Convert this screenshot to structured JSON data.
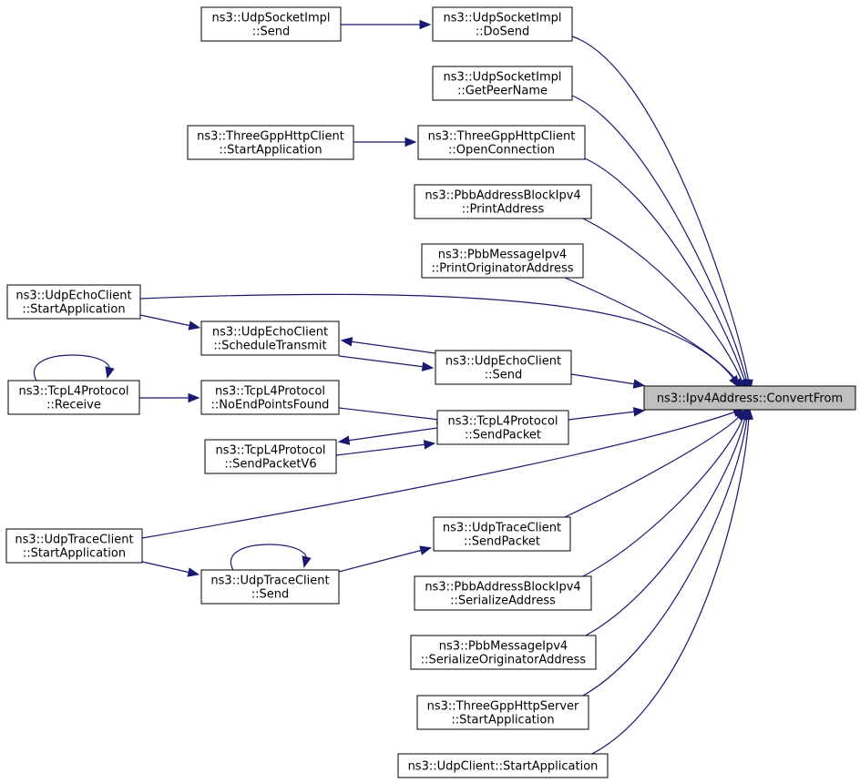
{
  "graph": {
    "title": "",
    "edge_color": "#191970",
    "target_fill": "#bfbfbf",
    "nodes": {
      "convertfrom": [
        "ns3::Ipv4Address::ConvertFrom"
      ],
      "dosend": [
        "ns3::UdpSocketImpl",
        "::DoSend"
      ],
      "udpsock_send": [
        "ns3::UdpSocketImpl",
        "::Send"
      ],
      "getpeername": [
        "ns3::UdpSocketImpl",
        "::GetPeerName"
      ],
      "openconnection": [
        "ns3::ThreeGppHttpClient",
        "::OpenConnection"
      ],
      "http_startapp": [
        "ns3::ThreeGppHttpClient",
        "::StartApplication"
      ],
      "pbb_printaddress": [
        "ns3::PbbAddressBlockIpv4",
        "::PrintAddress"
      ],
      "pbb_printorig": [
        "ns3::PbbMessageIpv4",
        "::PrintOriginatorAddress"
      ],
      "echo_startapp": [
        "ns3::UdpEchoClient",
        "::StartApplication"
      ],
      "echo_schedule": [
        "ns3::UdpEchoClient",
        "::ScheduleTransmit"
      ],
      "echo_send": [
        "ns3::UdpEchoClient",
        "::Send"
      ],
      "tcp_receive": [
        "ns3::TcpL4Protocol",
        "::Receive"
      ],
      "tcp_noend": [
        "ns3::TcpL4Protocol",
        "::NoEndPointsFound"
      ],
      "tcp_sendpacket": [
        "ns3::TcpL4Protocol",
        "::SendPacket"
      ],
      "tcp_sendpacketv6": [
        "ns3::TcpL4Protocol",
        "::SendPacketV6"
      ],
      "trace_startapp": [
        "ns3::UdpTraceClient",
        "::StartApplication"
      ],
      "trace_send": [
        "ns3::UdpTraceClient",
        "::Send"
      ],
      "trace_sendpacket": [
        "ns3::UdpTraceClient",
        "::SendPacket"
      ],
      "pbb_serializeaddr": [
        "ns3::PbbAddressBlockIpv4",
        "::SerializeAddress"
      ],
      "pbb_serializeorig": [
        "ns3::PbbMessageIpv4",
        "::SerializeOriginatorAddress"
      ],
      "httpserver_startapp": [
        "ns3::ThreeGppHttpServer",
        "::StartApplication"
      ],
      "udpclient_startapp": [
        "ns3::UdpClient::StartApplication"
      ]
    },
    "edges": [
      [
        "dosend",
        "convertfrom"
      ],
      [
        "udpsock_send",
        "dosend"
      ],
      [
        "getpeername",
        "convertfrom"
      ],
      [
        "openconnection",
        "convertfrom"
      ],
      [
        "http_startapp",
        "openconnection"
      ],
      [
        "pbb_printaddress",
        "convertfrom"
      ],
      [
        "pbb_printorig",
        "convertfrom"
      ],
      [
        "echo_startapp",
        "convertfrom"
      ],
      [
        "echo_startapp",
        "echo_schedule"
      ],
      [
        "echo_schedule",
        "echo_send"
      ],
      [
        "echo_send",
        "echo_schedule"
      ],
      [
        "echo_send",
        "convertfrom"
      ],
      [
        "tcp_receive",
        "tcp_receive"
      ],
      [
        "tcp_receive",
        "tcp_noend"
      ],
      [
        "tcp_noend",
        "tcp_sendpacket"
      ],
      [
        "tcp_sendpacket",
        "tcp_sendpacketv6"
      ],
      [
        "tcp_sendpacketv6",
        "tcp_sendpacket"
      ],
      [
        "tcp_sendpacket",
        "convertfrom"
      ],
      [
        "trace_startapp",
        "convertfrom"
      ],
      [
        "trace_startapp",
        "trace_send"
      ],
      [
        "trace_send",
        "trace_send"
      ],
      [
        "trace_send",
        "trace_sendpacket"
      ],
      [
        "trace_sendpacket",
        "convertfrom"
      ],
      [
        "pbb_serializeaddr",
        "convertfrom"
      ],
      [
        "pbb_serializeorig",
        "convertfrom"
      ],
      [
        "httpserver_startapp",
        "convertfrom"
      ],
      [
        "udpclient_startapp",
        "convertfrom"
      ]
    ]
  }
}
